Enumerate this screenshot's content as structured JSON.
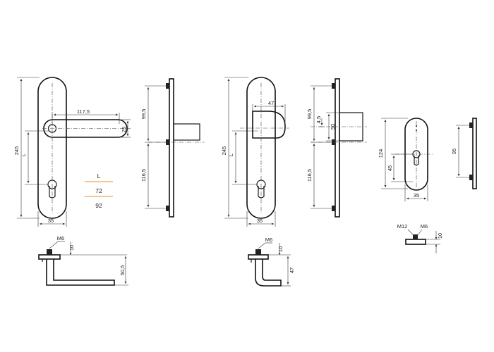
{
  "handle_plate": {
    "height": "245",
    "lever_len": "117,5",
    "lever_h": "25",
    "width": "35",
    "center": "L",
    "screw": "M6",
    "depth_a": "10",
    "depth_b": "50,5"
  },
  "side_plate": {
    "upper": "99,5",
    "lower": "116,5"
  },
  "legend": {
    "head": "L",
    "v1": "72",
    "v2": "92"
  },
  "knob_plate": {
    "height": "245",
    "knob_w": "47",
    "width": "35",
    "center": "L",
    "screw": "M6",
    "depth_a": "10",
    "depth_b": "47"
  },
  "side_plate2": {
    "upper": "99,5",
    "knob_h": "50",
    "offset": "4,5",
    "lower": "116,5"
  },
  "rosette": {
    "height": "124",
    "cyl": "45",
    "width": "35",
    "screw": "M12",
    "screw2": "M6",
    "depth": "10"
  },
  "rosette_side": {
    "depth": "95"
  }
}
